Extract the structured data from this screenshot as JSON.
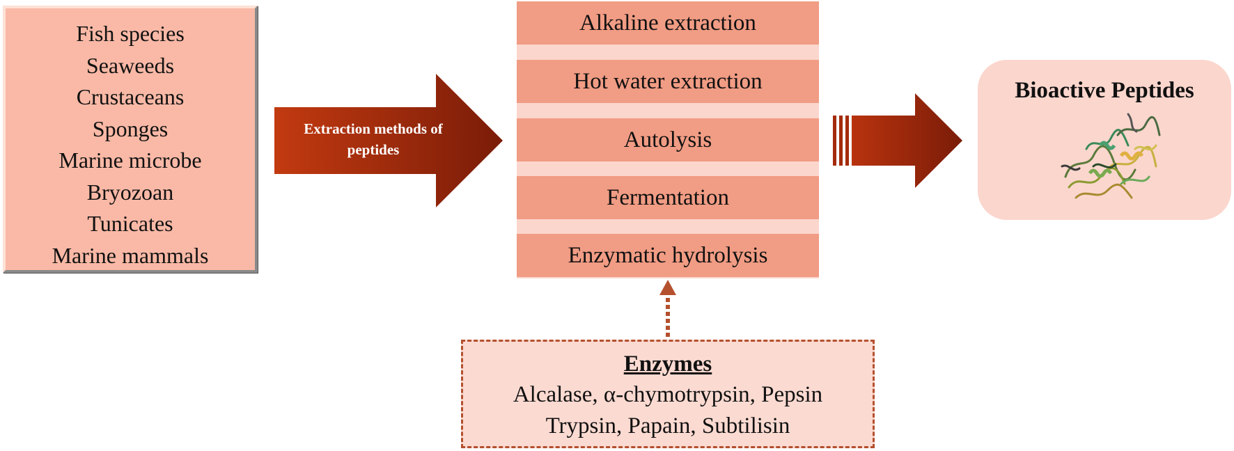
{
  "sources": {
    "items": [
      "Fish species",
      "Seaweeds",
      "Crustaceans",
      "Sponges",
      "Marine microbe",
      "Bryozoan",
      "Tunicates",
      "Marine mammals"
    ]
  },
  "arrow1": {
    "label_line1": "Extraction methods of",
    "label_line2": "peptides"
  },
  "methods": {
    "items": [
      "Alkaline extraction",
      "Hot water extraction",
      "Autolysis",
      "Fermentation",
      "Enzymatic hydrolysis"
    ]
  },
  "enzymes": {
    "title": "Enzymes",
    "line1": "Alcalase, α-chymotrypsin, Pepsin",
    "line2": "Trypsin, Papain, Subtilisin"
  },
  "output": {
    "title": "Bioactive Peptides",
    "image": "peptide-structure-icon"
  },
  "colors": {
    "sources_fill": "#f9b9a6",
    "method_fill": "#f19c84",
    "method_gap": "#fbd6cd",
    "arrow_dark": "#7a1c08",
    "arrow_light": "#c23a10",
    "enzymes_border": "#b4502e"
  }
}
